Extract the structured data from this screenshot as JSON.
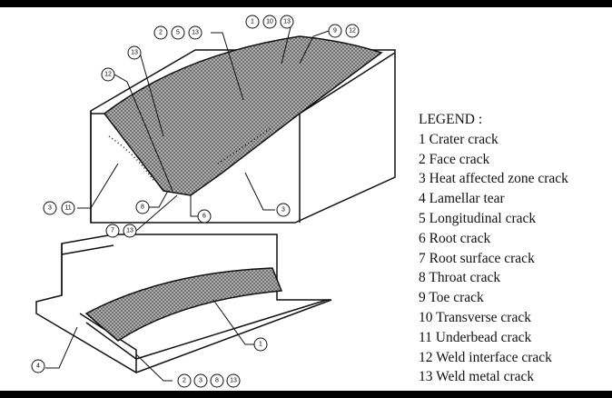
{
  "legend": {
    "title": "LEGEND :",
    "items": [
      "1 Crater crack",
      "2 Face crack",
      "3 Heat affected zone crack",
      "4 Lamellar tear",
      "5 Longitudinal crack",
      "6 Root crack",
      "7 Root surface crack",
      "8 Throat crack",
      "9 Toe crack",
      "10 Transverse crack",
      "11 Underbead crack",
      "12 Weld interface crack",
      "13 Weld metal crack"
    ]
  },
  "callouts": {
    "a": [
      "2",
      "5",
      "13"
    ],
    "b": [
      "1",
      "10",
      "13"
    ],
    "c": [
      "9",
      "12"
    ],
    "d": [
      "13"
    ],
    "e": [
      "12"
    ],
    "f": [
      "3",
      "11"
    ],
    "g": [
      "8"
    ],
    "h": [
      "6"
    ],
    "i": [
      "3"
    ],
    "j": [
      "7",
      "13"
    ],
    "k": [
      "4"
    ],
    "l": [
      "1"
    ],
    "m": [
      "2",
      "3",
      "8",
      "13"
    ]
  }
}
